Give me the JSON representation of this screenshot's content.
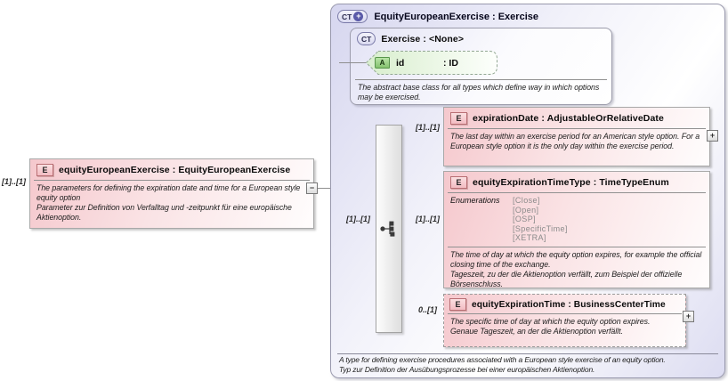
{
  "left_element": {
    "cardinality": "[1]..[1]",
    "badge": "E",
    "title": "equityEuropeanExercise : EquityEuropeanExercise",
    "doc_en": "The parameters for defining the expiration date and time for a European style equity option",
    "doc_de": "Parameter zur Definition von Verfalltag und -zeitpunkt für eine europäische Aktienoption.",
    "collapse_glyph": "−"
  },
  "container": {
    "badge": "CT",
    "badge_plus": "+",
    "title": "EquityEuropeanExercise : Exercise",
    "doc_en": "A type for defining exercise procedures associated with a European style exercise of an equity option.",
    "doc_de": "Typ zur Definition der Ausübungsprozesse bei einer europäischen Aktienoption."
  },
  "base_type": {
    "badge": "CT",
    "title": "Exercise : <None>",
    "attribute": {
      "badge": "A",
      "name": "id",
      "type": ": ID"
    },
    "doc_en": "The abstract base class for all types which define way in which options may be exercised."
  },
  "sequence": {
    "cardinality": "[1]..[1]"
  },
  "children": [
    {
      "cardinality": "[1]..[1]",
      "badge": "E",
      "title": "expirationDate : AdjustableOrRelativeDate",
      "doc_en": "The last day within an exercise period for an American style option. For a European style option it is the only day within the exercise period.",
      "expand_glyph": "+"
    },
    {
      "cardinality": "[1]..[1]",
      "badge": "E",
      "title": "equityExpirationTimeType : TimeTypeEnum",
      "enumerations_label": "Enumerations",
      "enumerations": [
        "[Close]",
        "[Open]",
        "[OSP]",
        "[SpecificTime]",
        "[XETRA]"
      ],
      "doc_en": "The time of day at which the equity option expires, for example the official closing time of the exchange.",
      "doc_de": "Tageszeit, zu der die Aktienoption verfällt, zum Beispiel der offizielle Börsenschluss."
    },
    {
      "cardinality": "0..[1]",
      "badge": "E",
      "title": "equityExpirationTime : BusinessCenterTime",
      "doc_en": "The specific time of day at which the equity option expires.",
      "doc_de": "Genaue Tageszeit, an der die Aktienoption verfällt.",
      "expand_glyph": "+"
    }
  ],
  "colors": {
    "element_fill": "#f5c8cd",
    "container_fill": "#d6d6ef",
    "attribute_fill": "#d8eecd",
    "badge_e_border": "#b96f74",
    "line": "#8f8f8f"
  }
}
